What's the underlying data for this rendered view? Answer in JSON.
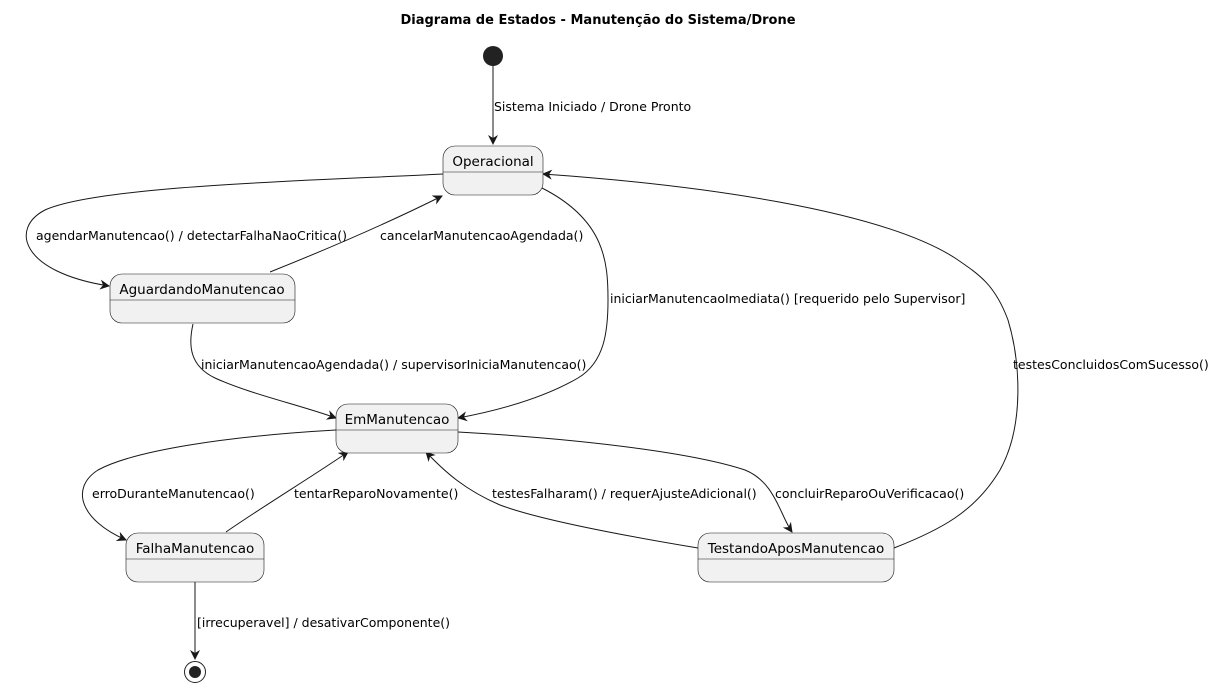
{
  "title": "Diagrama de Estados - Manutenção do Sistema/Drone",
  "states": {
    "operacional": "Operacional",
    "aguardando": "AguardandoManutencao",
    "em_manutencao": "EmManutencao",
    "falha": "FalhaManutencao",
    "testando": "TestandoAposManutencao"
  },
  "transitions": {
    "start_to_operacional": "Sistema Iniciado / Drone Pronto",
    "operacional_to_aguardando": "agendarManutencao() / detectarFalhaNaoCritica()",
    "aguardando_to_operacional": "cancelarManutencaoAgendada()",
    "operacional_to_em_manutencao": "iniciarManutencaoImediata() [requerido pelo Supervisor]",
    "aguardando_to_em_manutencao": "iniciarManutencaoAgendada() / supervisorIniciaManutencao()",
    "testando_to_operacional": "testesConcluidosComSucesso()",
    "em_manutencao_to_falha": "erroDuranteManutencao()",
    "falha_to_em_manutencao": "tentarReparoNovamente()",
    "testando_to_em_manutencao": "testesFalharam() / requerAjusteAdicional()",
    "em_manutencao_to_testando": "concluirReparoOuVerificacao()",
    "falha_to_end": "[irrecuperavel] / desativarComponente()"
  },
  "colors": {
    "state_fill": "#f1f1f1",
    "stroke": "#181818",
    "background": "#ffffff"
  }
}
